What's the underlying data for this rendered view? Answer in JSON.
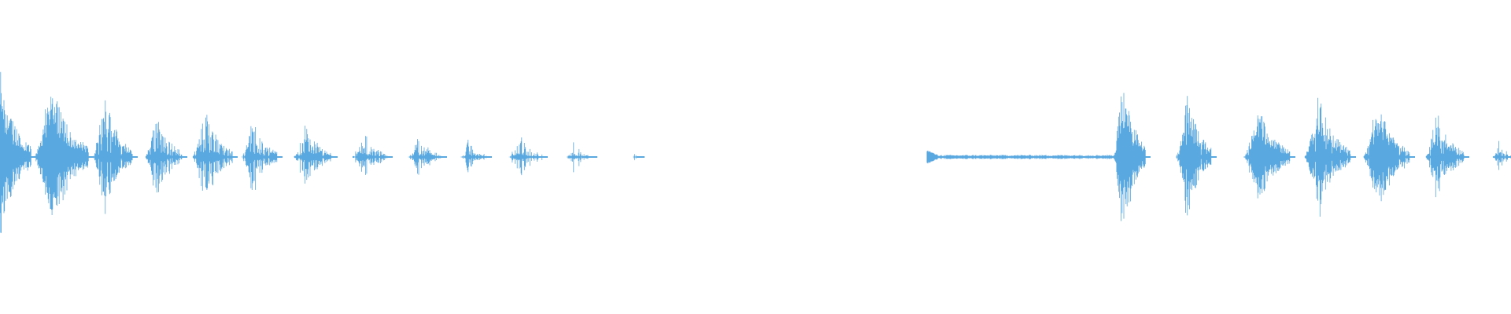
{
  "waveform": {
    "color": "#5aa8e0",
    "background": "#ffffff",
    "bursts": [
      {
        "amp": 0.99,
        "density": 1.0
      },
      {
        "amp": 1.0,
        "density": 1.0
      },
      {
        "amp": 0.76,
        "density": 0.9
      },
      {
        "amp": 0.58,
        "density": 0.8
      },
      {
        "amp": 0.62,
        "density": 0.8
      },
      {
        "amp": 0.5,
        "density": 0.75
      },
      {
        "amp": 0.43,
        "density": 0.7
      },
      {
        "amp": 0.33,
        "density": 0.6
      },
      {
        "amp": 0.27,
        "density": 0.55
      },
      {
        "amp": 0.22,
        "density": 0.45
      },
      {
        "amp": 0.33,
        "density": 0.5
      },
      {
        "amp": 0.2,
        "density": 0.4
      },
      {
        "amp": 0.05,
        "density": 0.2
      },
      {
        "amp": 1.05,
        "density": 1.0
      },
      {
        "amp": 0.85,
        "density": 0.9
      },
      {
        "amp": 0.67,
        "density": 0.95
      },
      {
        "amp": 0.75,
        "density": 0.95
      },
      {
        "amp": 0.72,
        "density": 0.95
      },
      {
        "amp": 0.59,
        "density": 0.85
      },
      {
        "amp": 0.2,
        "density": 0.5
      }
    ],
    "silence_segment": {
      "amp": 0.02
    }
  }
}
